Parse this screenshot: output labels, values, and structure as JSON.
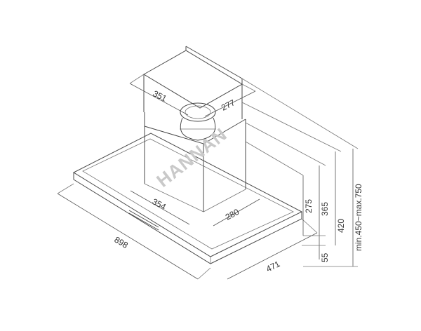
{
  "dimensions": {
    "chimney_upper_width": "351",
    "chimney_upper_depth": "277",
    "chimney_lower_width": "354",
    "chimney_lower_depth": "280",
    "hood_width": "898",
    "hood_depth": "471",
    "hood_thickness": "55",
    "chimney_lower_height": "275",
    "chimney_mid_height": "365",
    "chimney_total_height": "420",
    "overall_height": "min.450~max.750"
  },
  "watermark": "HANNAN"
}
